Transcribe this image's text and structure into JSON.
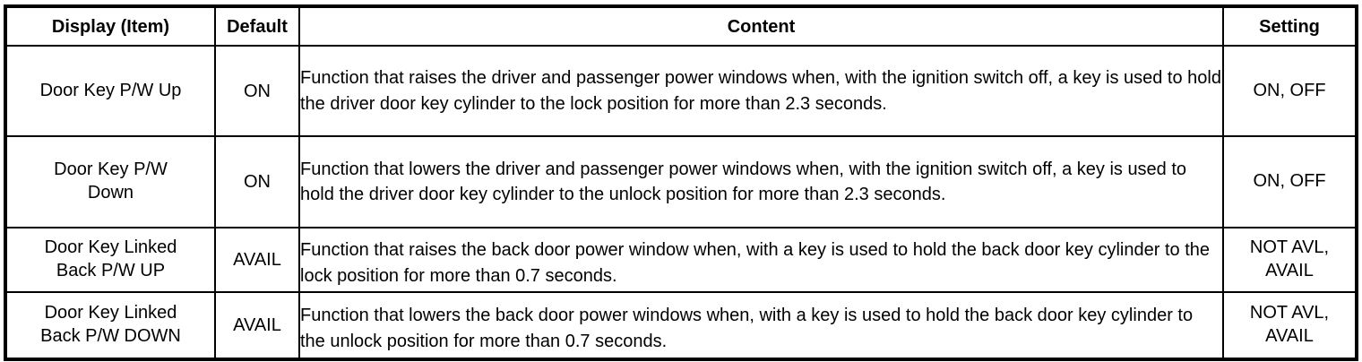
{
  "table": {
    "columns": [
      {
        "key": "item",
        "label": "Display (Item)"
      },
      {
        "key": "default",
        "label": "Default"
      },
      {
        "key": "content",
        "label": "Content"
      },
      {
        "key": "setting",
        "label": "Setting"
      }
    ],
    "rows": [
      {
        "item": "Door Key P/W Up",
        "default": "ON",
        "content": "Function that raises the driver and passenger power windows when, with the ignition switch off, a key is used to hold the driver door key cylinder to the lock position for more than 2.3 seconds.",
        "setting": "ON, OFF"
      },
      {
        "item": "Door Key P/W\nDown",
        "default": "ON",
        "content": "Function that lowers the driver and passenger power windows when, with the ignition switch off, a key is used to hold the driver door key cylinder to the unlock position for more than 2.3 seconds.",
        "setting": "ON, OFF"
      },
      {
        "item": "Door Key Linked\nBack P/W UP",
        "default": "AVAIL",
        "content": "Function that raises the back door power window when, with a key is used to hold the back door key cylinder to the lock position for more than 0.7 seconds.",
        "setting": "NOT AVL,\nAVAIL"
      },
      {
        "item": "Door Key Linked\nBack P/W DOWN",
        "default": "AVAIL",
        "content": "Function that lowers the back door power windows when, with a key is used to hold the back door key cylinder to the unlock position for more than 0.7 seconds.",
        "setting": "NOT AVL,\nAVAIL"
      }
    ]
  },
  "colors": {
    "border": "#000000",
    "background": "#ffffff",
    "text": "#000000"
  }
}
